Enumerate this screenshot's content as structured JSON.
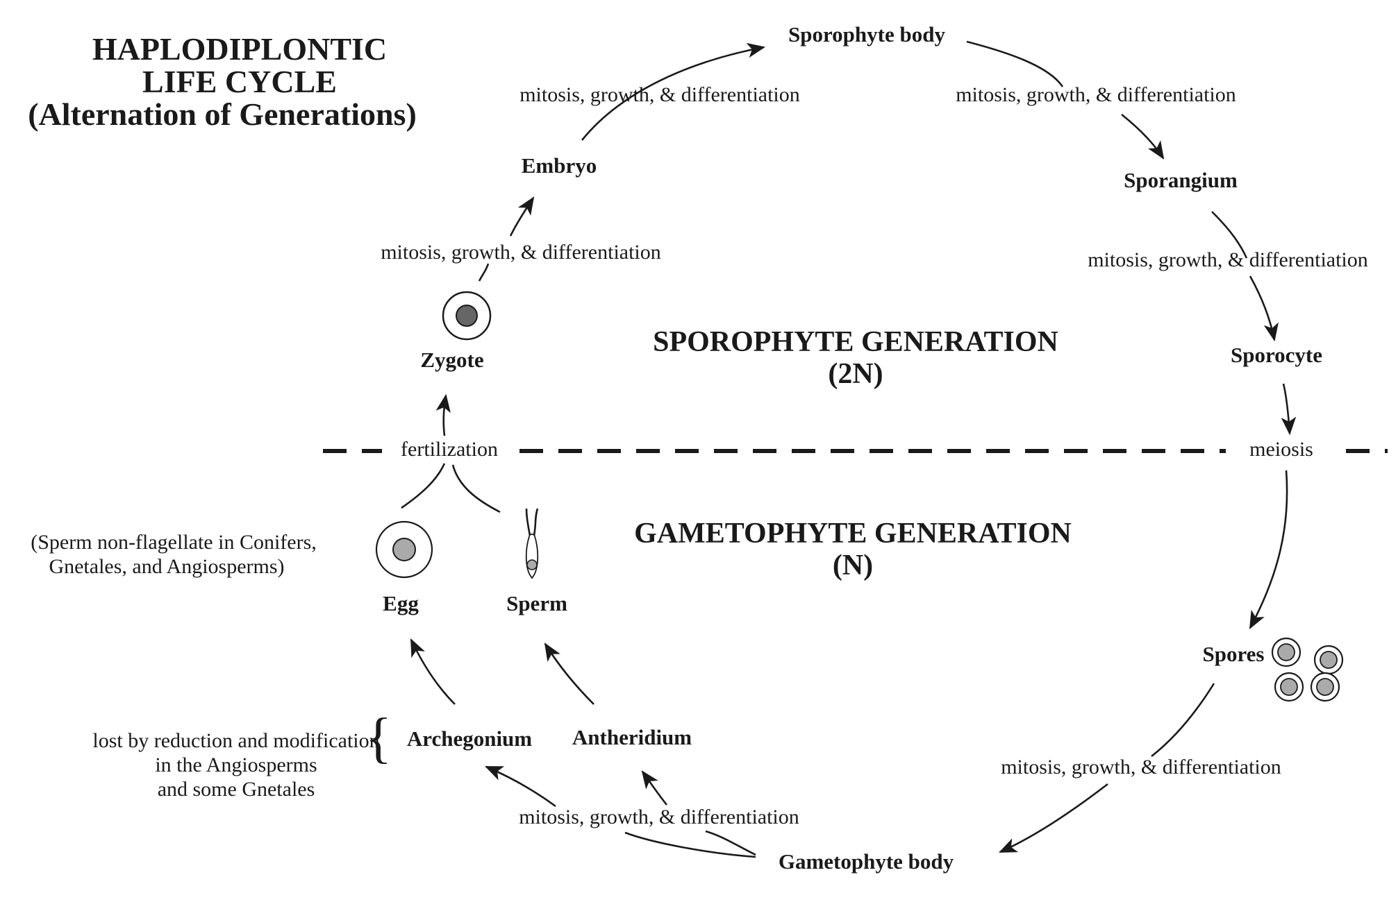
{
  "title": {
    "line1": "HAPLODIPLONTIC",
    "line2": "LIFE CYCLE",
    "line3": "(Alternation of  Generations)"
  },
  "generations": {
    "sporophyte": {
      "name": "SPOROPHYTE GENERATION",
      "ploidy": "(2N)"
    },
    "gametophyte": {
      "name": "GAMETOPHYTE GENERATION",
      "ploidy": "(N)"
    }
  },
  "nodes": {
    "sporophyte_body": "Sporophyte body",
    "sporangium": "Sporangium",
    "sporocyte": "Sporocyte",
    "spores": "Spores",
    "gametophyte_body": "Gametophyte body",
    "archegonium": "Archegonium",
    "antheridium": "Antheridium",
    "egg": "Egg",
    "sperm": "Sperm",
    "zygote": "Zygote",
    "embryo": "Embryo"
  },
  "processes": {
    "embryo_to_body": "mitosis, growth, & differentiation",
    "body_to_sporangium": "mitosis, growth, & differentiation",
    "sporangium_to_sporocyte": "mitosis, growth, & differentiation",
    "zygote_to_embryo": "mitosis, growth, & differentiation",
    "spores_to_gametophyte": "mitosis, growth, & differentiation",
    "gametophyte_to_gametangia": "mitosis, growth, & differentiation",
    "meiosis": "meiosis",
    "fertilization": "fertilization"
  },
  "notes": {
    "sperm_note_line1": "(Sperm non-flagellate in Conifers,",
    "sperm_note_line2": "Gnetales, and Angiosperms)",
    "lost_line1": "lost by reduction and modification",
    "lost_line2": "in the Angiosperms",
    "lost_line3": "and some Gnetales",
    "brace": "{"
  },
  "colors": {
    "ink": "#1a1a1a",
    "cell_fill": "#aaaaaa",
    "zygote_nucleus": "#666666"
  }
}
